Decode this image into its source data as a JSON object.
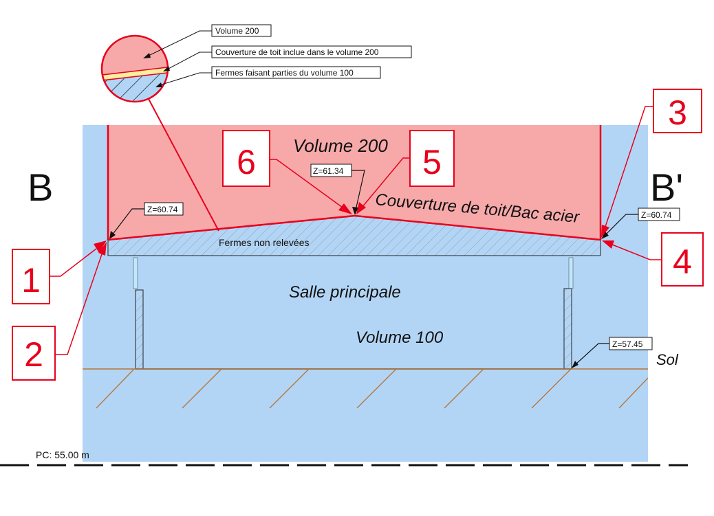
{
  "section_letters": {
    "left": "B",
    "right": "B'"
  },
  "zones": {
    "upper": "Volume 200",
    "lower_room": "Salle principale",
    "lower_volume": "Volume 100",
    "trusses": "Fermes non relevées",
    "roof": "Couverture de toit/Bac acier",
    "ground": "Sol"
  },
  "legend": {
    "items": [
      {
        "label": "Volume 200"
      },
      {
        "label": "Couverture de toit inclue dans le volume 200"
      },
      {
        "label": "Fermes faisant parties du volume 100"
      }
    ]
  },
  "elevation_tags": {
    "left_eave": "Z=60.74",
    "ridge": "Z=61.34",
    "right_eave": "Z=60.74",
    "floor": "Z=57.45"
  },
  "callouts": [
    "1",
    "2",
    "3",
    "4",
    "5",
    "6"
  ],
  "reference_plane": "PC: 55.00 m",
  "colors": {
    "volume_100": "#b3d5f5",
    "volume_200": "#f7a9aa",
    "roof_strip": "#f8f0a0",
    "callout_red": "#e8001c"
  }
}
